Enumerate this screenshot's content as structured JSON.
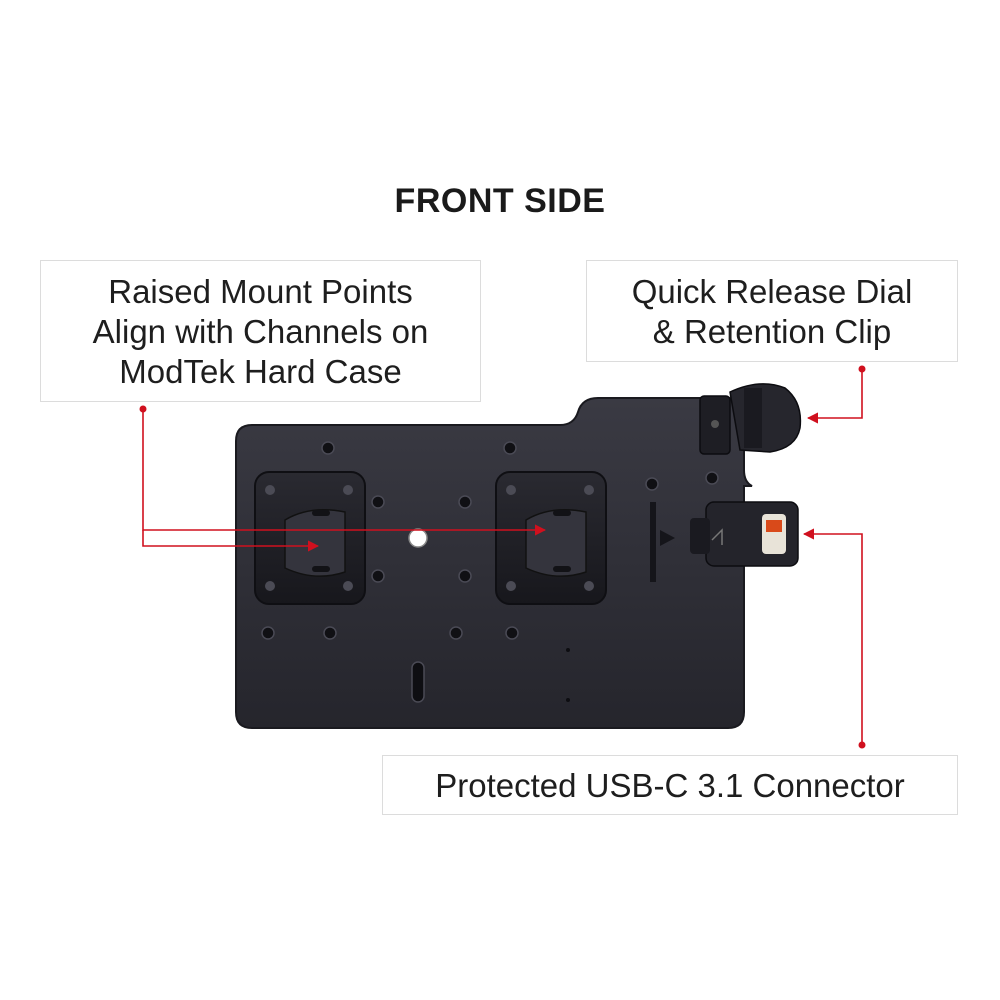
{
  "title": "FRONT SIDE",
  "callouts": {
    "mount_points": {
      "line1": "Raised Mount Points",
      "line2": "Align with Channels on",
      "line3": "ModTek Hard Case"
    },
    "dial": {
      "line1": "Quick Release Dial",
      "line2": "& Retention Clip"
    },
    "usb": {
      "line1": "Protected USB-C 3.1 Connector"
    }
  },
  "colors": {
    "plate": "#2c2c34",
    "mount": "#1e1e24",
    "pointer": "#d0101e",
    "accent": "#d94a1a"
  },
  "icons": [
    "mount-pad-icon",
    "release-dial-icon",
    "usb-connector-icon",
    "logo-badge-icon"
  ]
}
